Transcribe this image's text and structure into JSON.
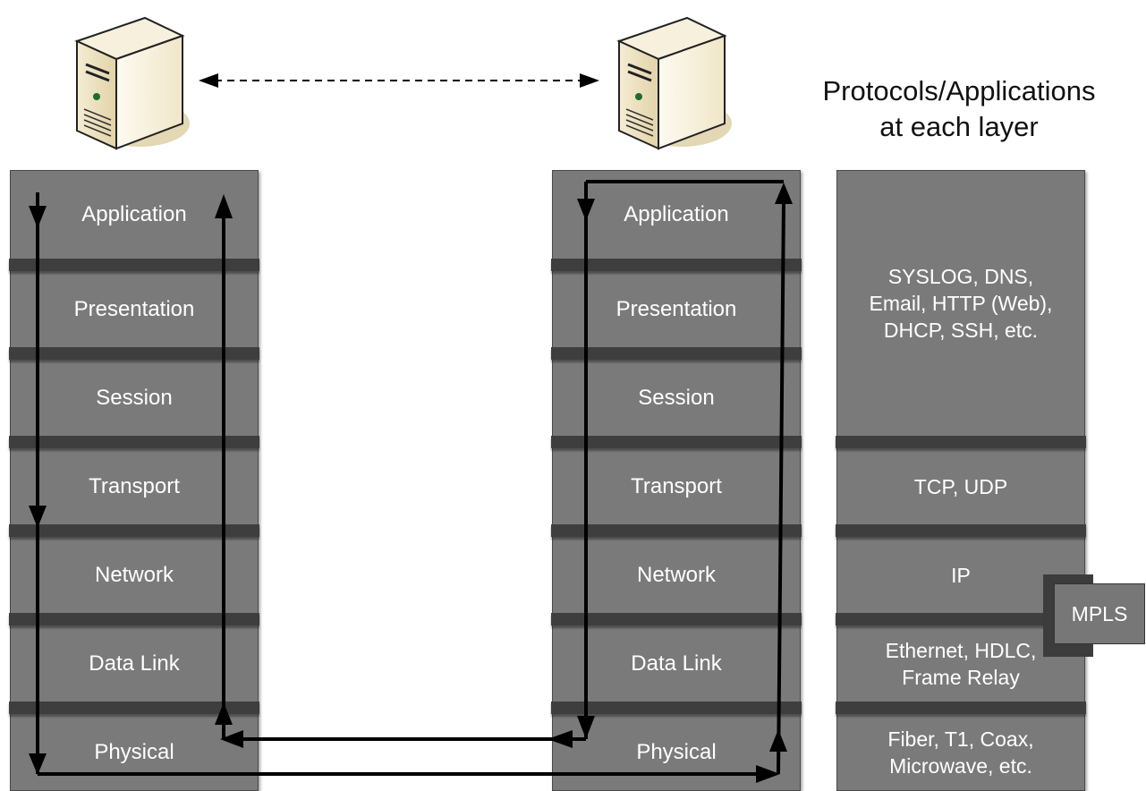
{
  "heading": "Protocols/Applications\nat each layer",
  "layers": [
    "Application",
    "Presentation",
    "Session",
    "Transport",
    "Network",
    "Data Link",
    "Physical"
  ],
  "protocols": {
    "upper": "SYSLOG, DNS,\nEmail, HTTP (Web),\nDHCP, SSH, etc.",
    "transport": "TCP, UDP",
    "network": "IP",
    "datalink": "Ethernet, HDLC,\nFrame Relay",
    "physical": "Fiber, T1, Coax,\nMicrowave, etc.",
    "mpls": "MPLS"
  },
  "icons": {
    "left_host": "server-tower-icon",
    "right_host": "server-tower-icon"
  },
  "colors": {
    "stack": "#7a7a7a",
    "divider": "#3e3e3e",
    "arrow": "#000000"
  }
}
